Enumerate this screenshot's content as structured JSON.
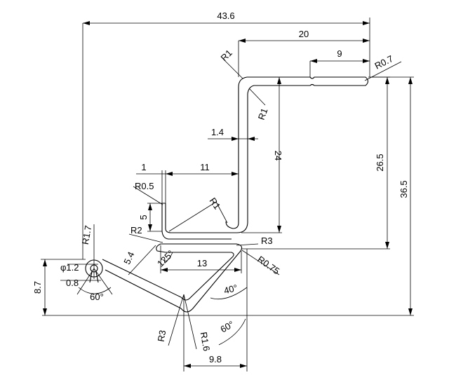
{
  "dimensions": {
    "overall_width": "43.6",
    "top_flange_width": "20",
    "slot_offset": "9",
    "top_flange_corner_radius": "R0.7",
    "outer_bend_radius": "R1",
    "inner_bend_radius": "R1",
    "wall_thickness": "1.4",
    "vertical_web_height": "24",
    "upper_height": "26.5",
    "total_height": "36.5",
    "tab_thickness": "1",
    "inner_width": "11",
    "tab_radius": "R0.5",
    "tab_height": "5",
    "pocket_radius": "R1",
    "left_corner_radius": "R2",
    "right_corner_radius": "R3",
    "lip_length": "5.4",
    "lip_angle": "125°",
    "bottom_flange_width": "13",
    "lip_radius": "R0.75",
    "hinge_radius": "R1.7",
    "hinge_hole_diameter": "φ1.2",
    "hinge_slot_width": "0.8",
    "hinge_slot_angle": "60°",
    "hinge_height": "8.7",
    "diagonal_angle": "40°",
    "vee_radius_outer": "R3",
    "vee_radius_inner": "R1.6",
    "vee_angle": "60°",
    "vee_offset": "9.8"
  }
}
